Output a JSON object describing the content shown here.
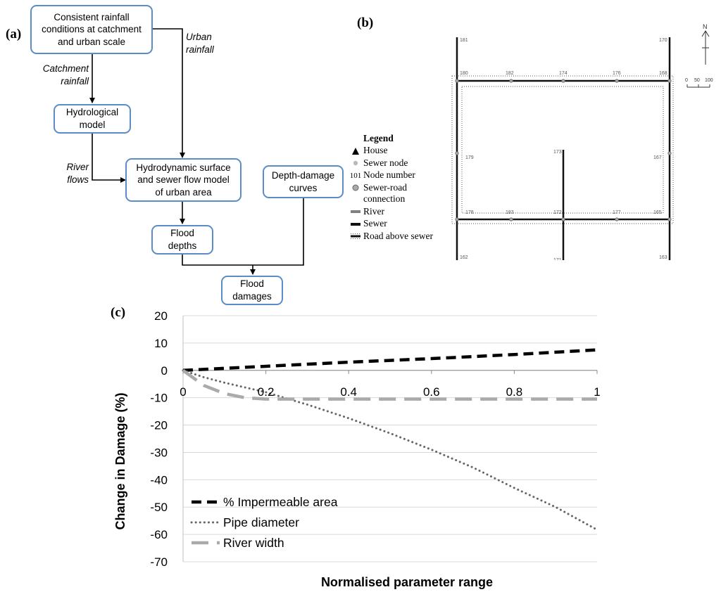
{
  "panels": {
    "a": "(a)",
    "b": "(b)",
    "c": "(c)"
  },
  "flowchart": {
    "rainfall_box": "Consistent rainfall\nconditions at catchment\nand urban scale",
    "hydrological_box": "Hydrological\nmodel",
    "hydrodynamic_box": "Hydrodynamic surface\nand sewer flow model\nof urban area",
    "depth_damage_box": "Depth-damage\ncurves",
    "flood_depths_box": "Flood\ndepths",
    "flood_damages_box": "Flood\ndamages",
    "catchment_rainfall_label": "Catchment\nrainfall",
    "urban_rainfall_label": "Urban\nrainfall",
    "river_flows_label": "River\nflows"
  },
  "map": {
    "legend_title": "Legend",
    "legend_items": [
      {
        "icon": "triangle-icon",
        "label": "House"
      },
      {
        "icon": "sewer-node-icon",
        "label": "Sewer node"
      },
      {
        "icon": "node-number-icon",
        "symbol": "101",
        "label": "Node number"
      },
      {
        "icon": "sewer-road-connection-icon",
        "label": "Sewer-road\nconnection"
      },
      {
        "icon": "river-line-icon",
        "label": "River"
      },
      {
        "icon": "sewer-line-icon",
        "label": "Sewer"
      },
      {
        "icon": "road-above-sewer-icon",
        "label": "Road above sewer"
      }
    ],
    "north_label": "N",
    "scale_labels": [
      "0",
      "50",
      "100"
    ],
    "nodes": {
      "n181": "181",
      "n170": "170",
      "n180": "180",
      "n182": "182",
      "n174": "174",
      "n176": "176",
      "n168": "168",
      "n173": "173",
      "n179": "179",
      "n167": "167",
      "n178": "178",
      "n183": "183",
      "n172": "172",
      "n177": "177",
      "n165": "165",
      "n162": "162",
      "n171": "171",
      "n163": "163"
    },
    "colors": {
      "river": "#808080",
      "sewer": "#111111",
      "road_dots": "#555555"
    }
  },
  "chart_data": {
    "type": "line",
    "xlabel": "Normalised parameter range",
    "ylabel": "Change in Damage (%)",
    "xlim": [
      0,
      1
    ],
    "ylim": [
      -70,
      20
    ],
    "xticks": [
      0,
      0.2,
      0.4,
      0.6,
      0.8,
      1
    ],
    "xtick_labels": [
      "0",
      "0.2",
      "0.4",
      "0.6",
      "0.8",
      "1"
    ],
    "yticks": [
      20,
      10,
      0,
      -10,
      -20,
      -30,
      -40,
      -50,
      -60,
      -70
    ],
    "ytick_labels": [
      "20",
      "10",
      "0",
      "-10",
      "-20",
      "-30",
      "-40",
      "-50",
      "-60",
      "-70"
    ],
    "grid": "horizontal",
    "legend_position": "bottom-left",
    "series": [
      {
        "name": "% Impermeable area",
        "style": "dashed",
        "color": "#000000",
        "x": [
          0,
          0.2,
          0.4,
          0.6,
          0.8,
          1
        ],
        "y": [
          0,
          1.5,
          3,
          4.3,
          5.8,
          7.5
        ]
      },
      {
        "name": "Pipe diameter",
        "style": "dotted",
        "color": "#666666",
        "x": [
          0,
          0.05,
          0.1,
          0.2,
          0.3,
          0.4,
          0.5,
          0.6,
          0.7,
          0.8,
          0.9,
          1
        ],
        "y": [
          0,
          -2.5,
          -4.5,
          -8,
          -12.5,
          -17.5,
          -23,
          -29,
          -35.5,
          -43,
          -50,
          -58.3
        ]
      },
      {
        "name": "River width",
        "style": "long-dashed",
        "color": "#aaaaaa",
        "x": [
          0,
          0.05,
          0.1,
          0.15,
          0.2,
          0.4,
          0.6,
          0.8,
          1
        ],
        "y": [
          0,
          -5.5,
          -8.5,
          -10,
          -10.5,
          -10.5,
          -10.5,
          -10.5,
          -10.5
        ]
      }
    ]
  }
}
